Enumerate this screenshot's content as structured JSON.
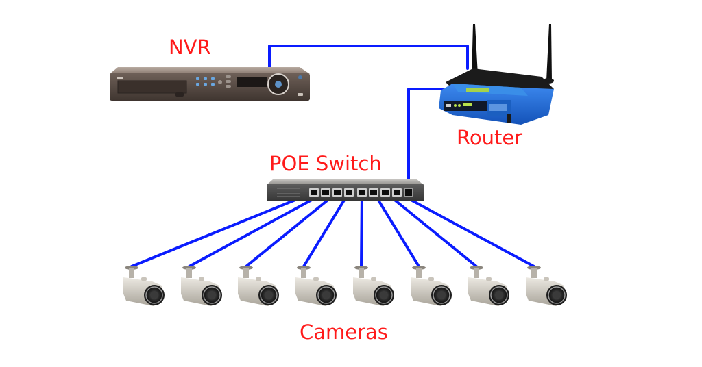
{
  "diagram": {
    "title": "IP camera network topology",
    "labels": {
      "nvr": "NVR",
      "router": "Router",
      "switch": "POE Switch",
      "cameras": "Cameras"
    },
    "devices": {
      "nvr": {
        "type": "network-video-recorder",
        "icon": "nvr-icon"
      },
      "router": {
        "type": "wireless-router",
        "icon": "router-icon",
        "antennas": 2
      },
      "switch": {
        "type": "poe-switch",
        "icon": "switch-icon",
        "poe_ports": 8,
        "uplink_ports": 1
      },
      "cameras": {
        "type": "bullet-camera",
        "icon": "camera-icon",
        "count": 8
      }
    },
    "connections": [
      {
        "from": "nvr",
        "to": "router"
      },
      {
        "from": "switch-uplink",
        "to": "router"
      },
      {
        "from": "switch-port-1",
        "to": "camera-1"
      },
      {
        "from": "switch-port-2",
        "to": "camera-2"
      },
      {
        "from": "switch-port-3",
        "to": "camera-3"
      },
      {
        "from": "switch-port-4",
        "to": "camera-4"
      },
      {
        "from": "switch-port-5",
        "to": "camera-5"
      },
      {
        "from": "switch-port-6",
        "to": "camera-6"
      },
      {
        "from": "switch-port-7",
        "to": "camera-7"
      },
      {
        "from": "switch-port-8",
        "to": "camera-8"
      }
    ],
    "colors": {
      "label": "#ff1a1a",
      "cable": "#0a1cff",
      "background": "#ffffff",
      "nvr_body": "#5a4c44",
      "router_body": "#1f6fd6",
      "switch_body": "#4a4a4a",
      "camera_body": "#d9d5cc"
    }
  }
}
